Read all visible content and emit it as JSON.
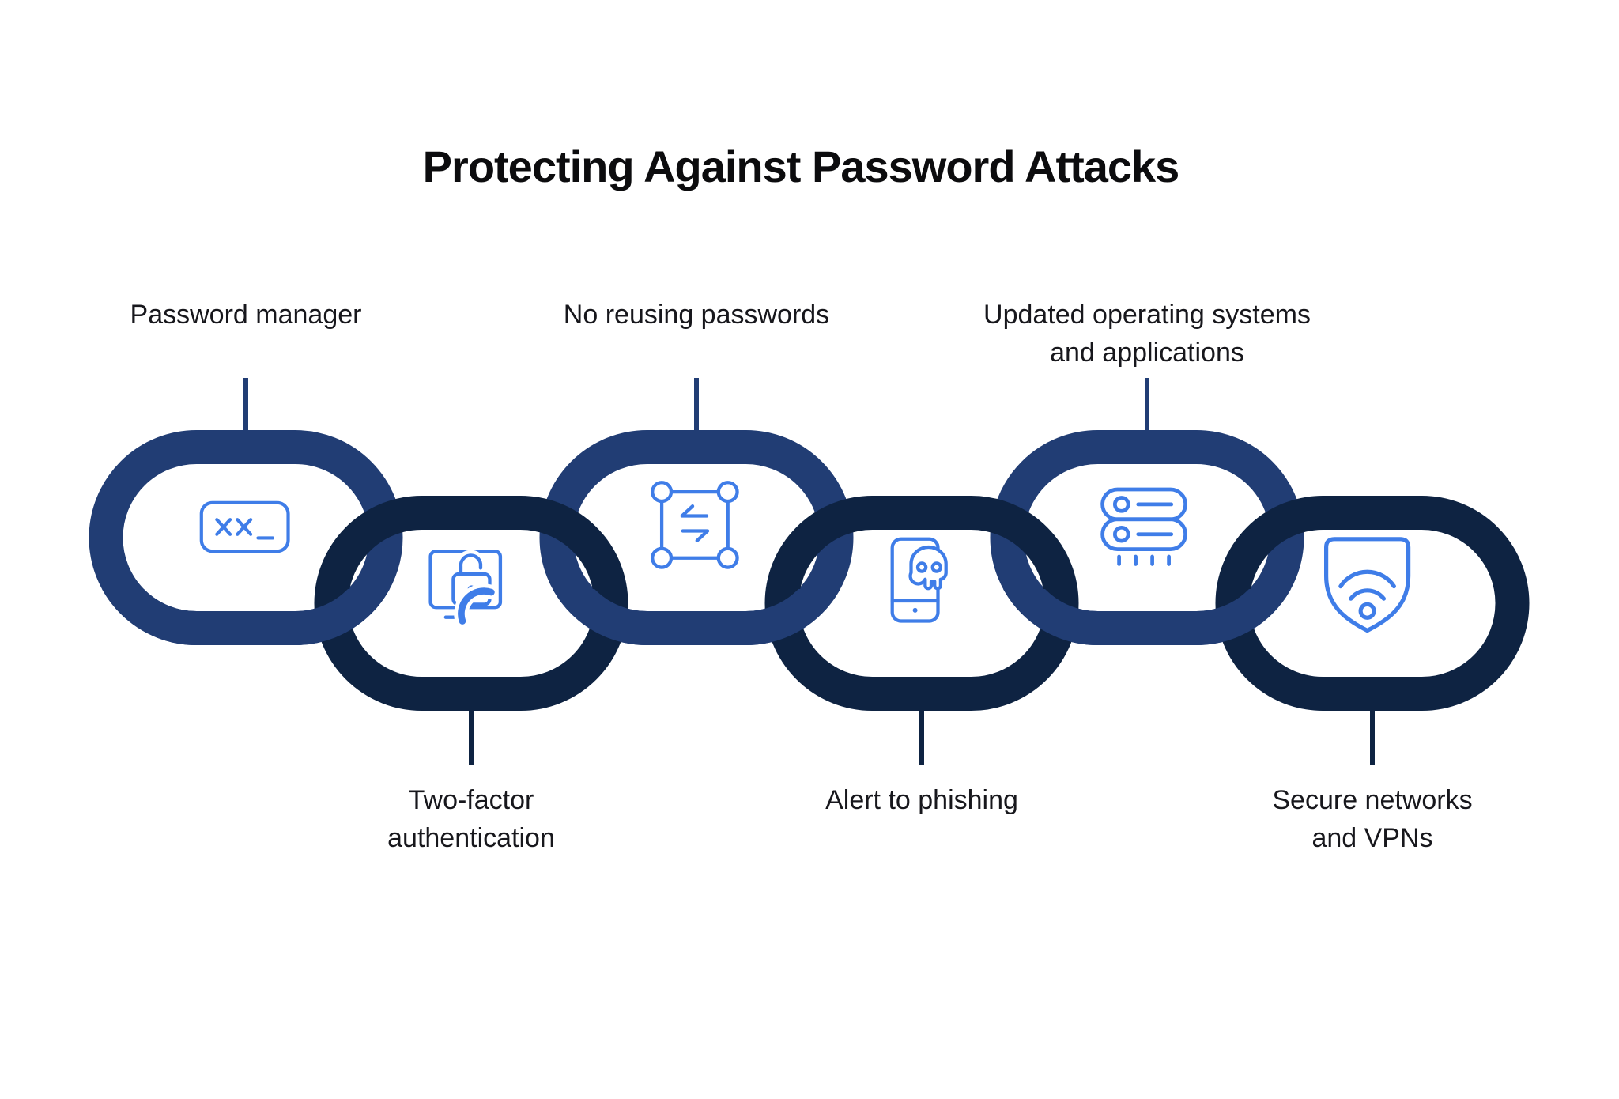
{
  "title": "Protecting Against Password Attacks",
  "colors": {
    "link_medium_blue": "#213d74",
    "link_dark_navy": "#0e2342",
    "icon_blue": "#3f7de8",
    "text": "#17171c",
    "background": "#ffffff"
  },
  "chain": {
    "links": [
      {
        "label": "Password manager",
        "label_position": "top",
        "icon": "password-field-icon",
        "ring_color": "#213d74"
      },
      {
        "label": "Two-factor\nauthentication",
        "label_position": "bottom",
        "icon": "monitor-lock-phone-icon",
        "ring_color": "#0e2342"
      },
      {
        "label": "No reusing passwords",
        "label_position": "top",
        "icon": "swap-arrows-icon",
        "ring_color": "#213d74"
      },
      {
        "label": "Alert to phishing",
        "label_position": "bottom",
        "icon": "phone-skull-icon",
        "ring_color": "#0e2342"
      },
      {
        "label": "Updated operating systems\nand applications",
        "label_position": "top",
        "icon": "server-stack-icon",
        "ring_color": "#213d74"
      },
      {
        "label": "Secure networks\nand VPNs",
        "label_position": "bottom",
        "icon": "shield-wifi-icon",
        "ring_color": "#0e2342"
      }
    ]
  }
}
